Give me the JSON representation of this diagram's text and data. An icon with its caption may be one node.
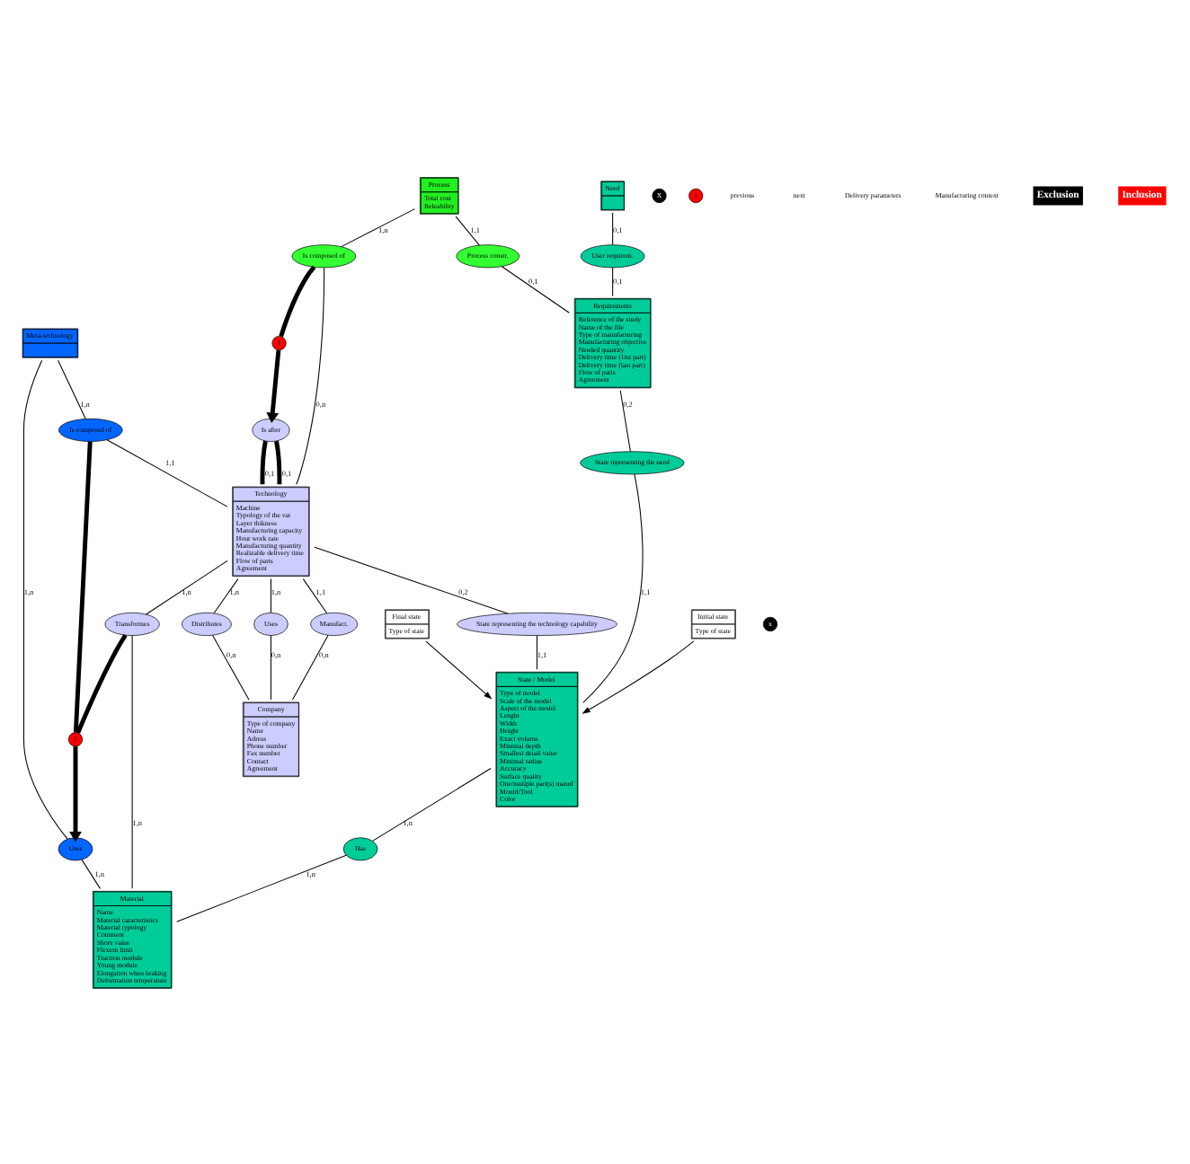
{
  "diagram": {
    "nodes": [
      {
        "text": [
          "Process",
          "Total cost",
          "Releability"
        ]
      },
      {
        "text": [
          "Is composed of"
        ]
      },
      {
        "text": [
          "I"
        ]
      },
      {
        "text": [
          "Is after"
        ]
      },
      {
        "text": [
          "Technology",
          "Machine",
          "Typology of the vat",
          "Layer thikness",
          "Manufacturing capacity",
          "Hour work rate",
          "Manufacturing quantity",
          "Realizable delivery time",
          "Flow of parts",
          "Agreement"
        ]
      },
      {
        "text": [
          "Meta-technology"
        ]
      },
      {
        "text": [
          "Is composed of"
        ]
      },
      {
        "text": [
          "Uses"
        ]
      },
      {
        "text": [
          "I"
        ]
      },
      {
        "text": [
          "Transformes"
        ]
      },
      {
        "text": [
          "Need"
        ]
      },
      {
        "text": [
          "User requirem."
        ]
      },
      {
        "text": [
          "Process constr."
        ]
      },
      {
        "text": [
          "Requirements",
          "Reference of the study",
          "Name of the file",
          "Type of manufacturing",
          "Manufacturing objective",
          "Needed quantity",
          "Delivery time (1rst part)",
          "Delivery time (last part)",
          "Flow of parts",
          "Agreement"
        ]
      },
      {
        "text": [
          "State representing the technology capability"
        ]
      },
      {
        "text": [
          "State / Model",
          "Type of model",
          "Scale of the model",
          "Aspect of the model",
          "Lenght",
          "Width",
          "Height",
          "Exact volume",
          "Minimal depth",
          "Smallest detail value",
          "Minimal radius",
          "Accuracy",
          "Surface quality",
          "One/muliple part(s) manuf",
          "Mould/Tool",
          "Color"
        ]
      },
      {
        "text": [
          "Manufact."
        ]
      },
      {
        "text": [
          "Distributes"
        ]
      },
      {
        "text": [
          "Uses"
        ]
      },
      {
        "text": [
          "Company",
          "Type of company",
          "Name",
          "Adress",
          "Phone number",
          "Fax number",
          "Contact",
          "Agreement"
        ]
      },
      {
        "text": [
          "Material",
          "Name",
          "Material caracteristics",
          "Material typology",
          "Comment",
          "Shore value",
          "Flexion limit",
          "Traction module",
          "Young module",
          "Elongation when braking",
          "Deformation temperature"
        ]
      },
      {
        "text": [
          "State representing the need"
        ]
      },
      {
        "text": [
          "Has"
        ]
      },
      {
        "text": [
          "Initial state",
          "Type of state"
        ]
      },
      {
        "text": [
          "Final state",
          "Type of state"
        ]
      },
      {
        "text": [
          "x"
        ]
      },
      {
        "text": [
          "X"
        ]
      },
      {
        "text": [
          "I"
        ]
      }
    ],
    "edges": [
      {
        "from": 0,
        "to": 1,
        "arrow": "none",
        "label": "1,n"
      },
      {
        "from": 1,
        "to": 4,
        "arrow": "none",
        "label": "0,n"
      },
      {
        "from": 1,
        "to": 2,
        "arrow": "none",
        "style": "thick"
      },
      {
        "from": 2,
        "to": 3,
        "arrow": "to",
        "style": "thick"
      },
      {
        "from": 3,
        "to": 4,
        "arrow": "none",
        "label": "0,1",
        "style": "thick"
      },
      {
        "from": 3,
        "to": 4,
        "arrow": "none",
        "label": "0,1",
        "style": "thick"
      },
      {
        "from": 5,
        "to": 6,
        "arrow": "none",
        "label": "1,n"
      },
      {
        "from": 6,
        "to": 4,
        "arrow": "none",
        "label": "1,1"
      },
      {
        "from": 5,
        "to": 7,
        "arrow": "none",
        "label": "1,n"
      },
      {
        "from": 7,
        "to": 20,
        "arrow": "none",
        "label": "1,n"
      },
      {
        "from": 6,
        "to": 8,
        "arrow": "none",
        "style": "thick"
      },
      {
        "from": 9,
        "to": 8,
        "arrow": "none",
        "style": "thick"
      },
      {
        "from": 8,
        "to": 7,
        "arrow": "to",
        "style": "thick"
      },
      {
        "from": 4,
        "to": 9,
        "arrow": "none",
        "label": "1,n"
      },
      {
        "from": 9,
        "to": 20,
        "arrow": "none",
        "label": "1,n"
      },
      {
        "from": 10,
        "to": 11,
        "arrow": "none",
        "label": "0,1"
      },
      {
        "from": 11,
        "to": 13,
        "arrow": "none",
        "label": "0,1"
      },
      {
        "from": 0,
        "to": 12,
        "arrow": "none",
        "label": "1,1"
      },
      {
        "from": 12,
        "to": 13,
        "arrow": "none",
        "label": "0,1"
      },
      {
        "from": 4,
        "to": 14,
        "arrow": "none",
        "label": "0,2"
      },
      {
        "from": 14,
        "to": 15,
        "arrow": "none",
        "label": "1,1"
      },
      {
        "from": 4,
        "to": 17,
        "arrow": "none",
        "label": "1,n"
      },
      {
        "from": 17,
        "to": 19,
        "arrow": "none",
        "label": "0,n"
      },
      {
        "from": 4,
        "to": 16,
        "arrow": "none",
        "label": "1,1"
      },
      {
        "from": 16,
        "to": 19,
        "arrow": "none",
        "label": "0,n"
      },
      {
        "from": 4,
        "to": 18,
        "arrow": "none",
        "label": "1,n"
      },
      {
        "from": 18,
        "to": 19,
        "arrow": "none",
        "label": "0,n"
      },
      {
        "from": 13,
        "to": 21,
        "arrow": "none",
        "label": "0,2"
      },
      {
        "from": 21,
        "to": 15,
        "arrow": "none",
        "label": "1,1"
      },
      {
        "from": 15,
        "to": 22,
        "arrow": "none",
        "label": "1,n"
      },
      {
        "from": 22,
        "to": 20,
        "arrow": "none",
        "label": "1,n"
      },
      {
        "from": 23,
        "to": 15,
        "arrow": "to"
      },
      {
        "from": 24,
        "to": 15,
        "arrow": "to"
      }
    ],
    "labels": [
      "previous",
      "next",
      "Delivery parameters",
      "Manufacturing context"
    ],
    "legend": [
      {
        "text": "Exclusion",
        "color": "#000000"
      },
      {
        "text": "Inclusion",
        "color": "#ff0000"
      }
    ]
  }
}
